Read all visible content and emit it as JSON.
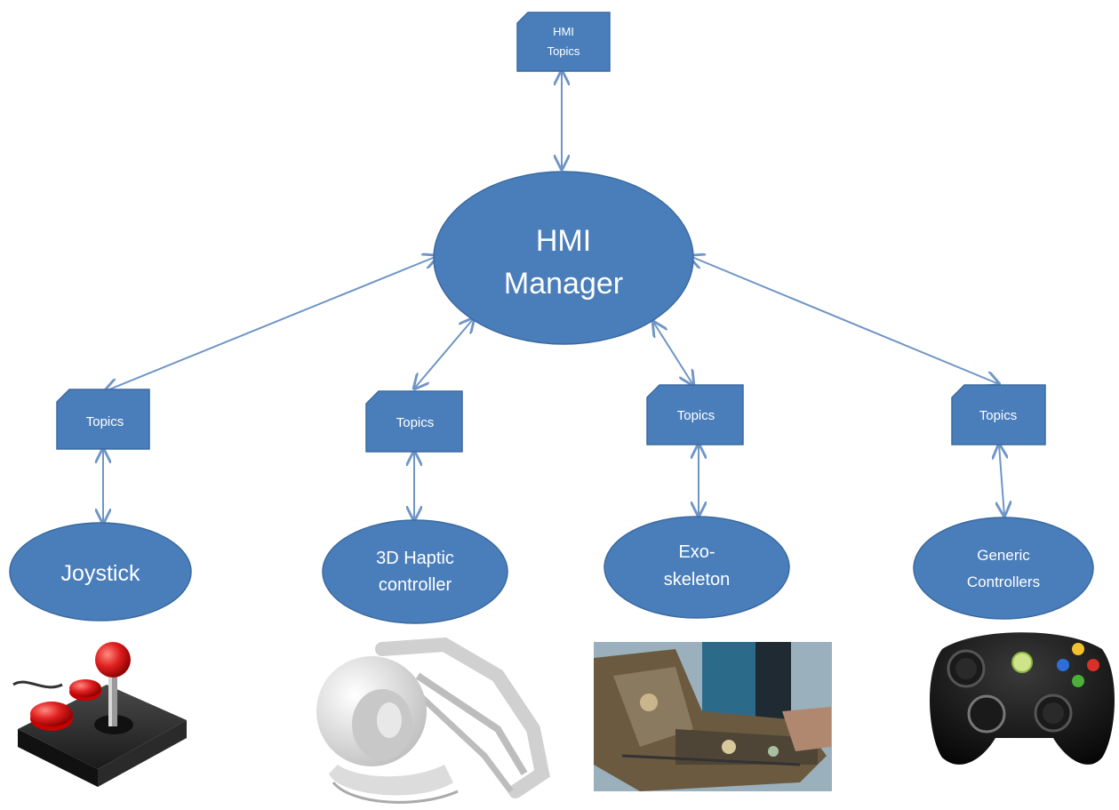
{
  "manager": {
    "line1": "HMI",
    "line2": "Manager"
  },
  "hmi_topics": {
    "line1": "HMI",
    "line2": "Topics"
  },
  "topics": [
    {
      "label": "Topics"
    },
    {
      "label": "Topics"
    },
    {
      "label": "Topics"
    },
    {
      "label": "Topics"
    }
  ],
  "devices": [
    {
      "line1": "Joystick",
      "line2": ""
    },
    {
      "line1": "3D Haptic",
      "line2": "controller"
    },
    {
      "line1": "Exo-",
      "line2": "skeleton"
    },
    {
      "line1": "Generic",
      "line2": "Controllers"
    }
  ],
  "colors": {
    "node_fill": "#4a7ebb",
    "edge": "#6f95c6",
    "text": "#ffffff"
  },
  "images": [
    "joystick-illustration",
    "haptic-device-illustration",
    "exoskeleton-photo",
    "gamepad-illustration"
  ]
}
